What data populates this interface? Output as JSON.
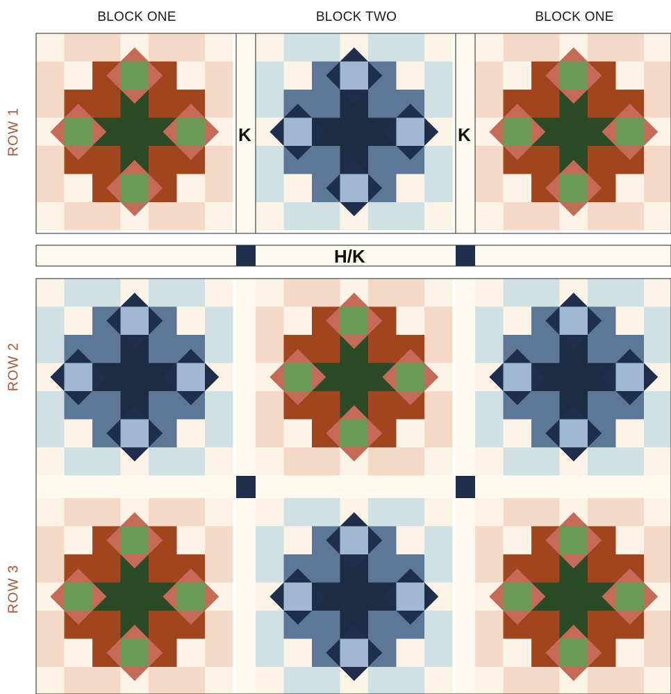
{
  "headers": [
    "BLOCK ONE",
    "BLOCK TWO",
    "BLOCK ONE"
  ],
  "row_labels": [
    "ROW 1",
    "ROW 2",
    "ROW 3"
  ],
  "piece_labels": {
    "sashing_vertical": "K",
    "sashing_horizontal": "H/K"
  },
  "layout": {
    "rows": [
      [
        "one",
        "two",
        "one"
      ],
      [
        "two",
        "one",
        "two"
      ],
      [
        "one",
        "two",
        "one"
      ]
    ]
  },
  "palettes": {
    "one": {
      "corner": "#a1451f",
      "center": "#6a9a55",
      "dark": "#294a24",
      "star": "#c46a57",
      "edge": "#f4d9c6",
      "bg": "#fbf4e6"
    },
    "two": {
      "corner": "#5d7896",
      "center": "#9fb7cf",
      "dark": "#1c2c45",
      "star": "#1f2f4b",
      "edge": "#d0e1e3",
      "bg": "#fbf4e6"
    }
  },
  "colors": {
    "label": "#a8593a",
    "sashing": "#fdf9ef",
    "outline": "#222222",
    "cornerstone": "#1f2f4b"
  }
}
